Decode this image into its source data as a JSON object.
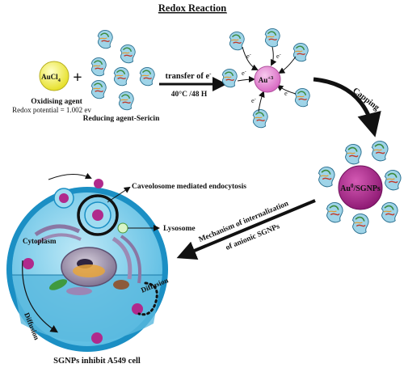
{
  "title": "Redox Reaction",
  "oxidant": {
    "formula_main": "AuCl",
    "formula_sub": "4",
    "label": "Oxidising agent",
    "redox_potential": "Redox potential = 1.002 ev",
    "color": "#f2ee3a"
  },
  "plus_sign": "+",
  "reductant": {
    "label": "Reducing agent-Sericin"
  },
  "transfer": {
    "label_main": "transfer of e",
    "label_sup": "-",
    "conditions": "40°C /48 H"
  },
  "gold_ion": {
    "label_main": "Au",
    "label_sup": "+3",
    "electron": "e",
    "electron_sup": "-",
    "color": "#e58ad0"
  },
  "capping": {
    "label": "Capping"
  },
  "nanoparticle": {
    "label_main": "Au",
    "label_sup": "0",
    "label_rest": "/SGNPs",
    "color": "#b02a8c"
  },
  "mechanism": {
    "line1": "Mechanism of internalization",
    "line2": "of anionic SGNPs"
  },
  "cell": {
    "caveolosome": "Caveolosome mediated endocytosis",
    "lysosome": "Lysosome",
    "cytoplasm": "Cytoplasm",
    "diffusion_left": "Diffusion",
    "diffusion_right": "Diffusion",
    "caption": "SGNPs inhibit A549 cell",
    "membrane_color": "#1b8fc4",
    "cytoplasm_color": "#7fd0ec",
    "nucleus_color": "#7a6c8c"
  }
}
